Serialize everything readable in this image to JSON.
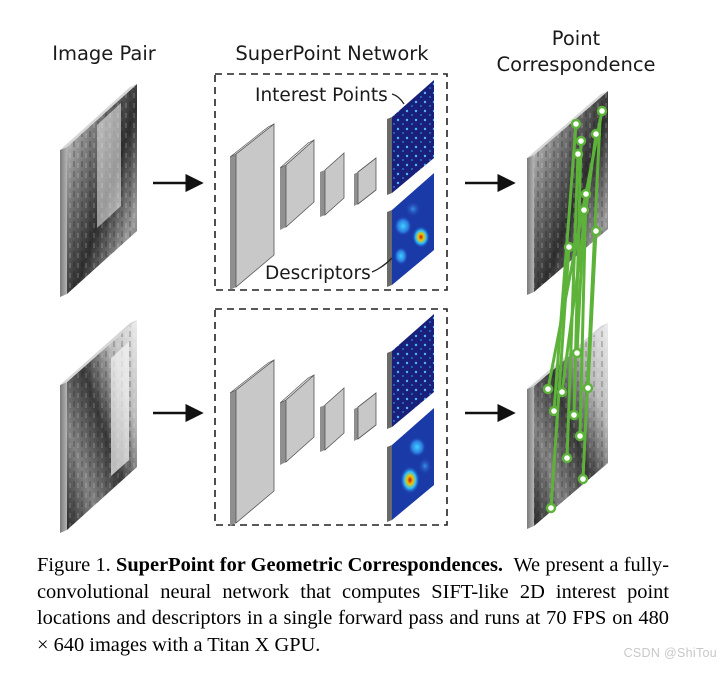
{
  "figure": {
    "titles": {
      "image_pair": "Image Pair",
      "network": "SuperPoint Network",
      "correspondence_line1": "Point",
      "correspondence_line2": "Correspondence"
    },
    "labels": {
      "interest_points": "Interest Points",
      "descriptors": "Descriptors"
    },
    "colors": {
      "match_line": "#5db33a",
      "match_point_fill": "#ffffff",
      "layer_face": "#c8c8c8",
      "layer_side": "#8f8f8f",
      "heatmap_base": "#19207a",
      "arrow": "#111111"
    }
  },
  "caption": {
    "figure_number": "Figure 1.",
    "bold_title": "SuperPoint for Geometric Correspondences.",
    "body": "We present a fully-convolutional neural network that computes SIFT-like 2D interest point locations and descriptors in a single forward pass and runs at 70 FPS on 480 × 640 images with a Titan X GPU."
  },
  "watermark": "CSDN @ShiTou"
}
